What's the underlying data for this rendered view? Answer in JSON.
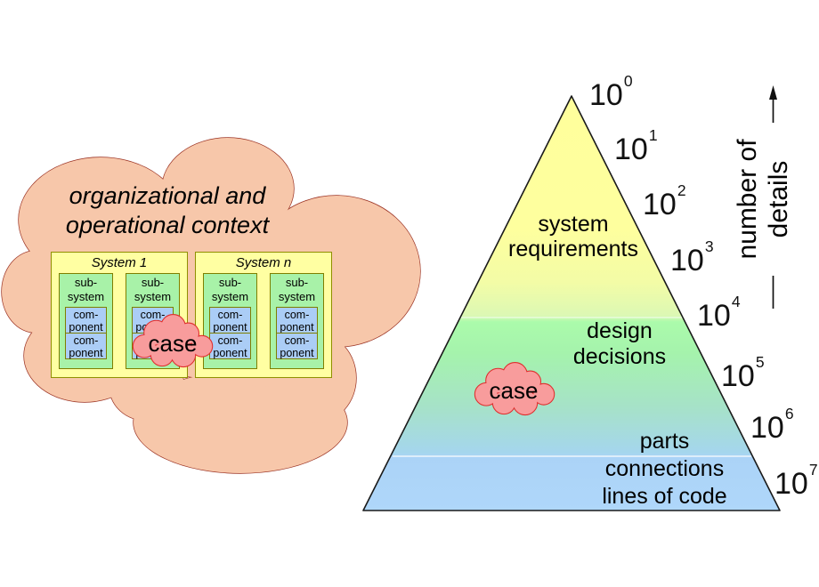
{
  "context_cloud": {
    "title": "organizational and\noperational context",
    "case_label": "case"
  },
  "systems": [
    {
      "title": "System 1",
      "subsystems": [
        {
          "label": "sub-\nsystem",
          "components": [
            "com-\nponent",
            "com-\nponent"
          ]
        },
        {
          "label": "sub-\nsystem",
          "components": [
            "com-\nponent",
            "com-\nponent"
          ]
        }
      ]
    },
    {
      "title": "System n",
      "subsystems": [
        {
          "label": "sub-\nsystem",
          "components": [
            "com-\nponent",
            "com-\nponent"
          ]
        },
        {
          "label": "sub-\nsystem",
          "components": [
            "com-\nponent",
            "com-\nponent"
          ]
        }
      ]
    }
  ],
  "pyramid": {
    "levels": [
      {
        "label": "system\nrequirements"
      },
      {
        "label": "design\ndecisions"
      },
      {
        "label": "parts\nconnections\nlines of code"
      }
    ],
    "case_label": "case",
    "axis_label": "number of\ndetails",
    "ticks": [
      {
        "base": "10",
        "exp": "0"
      },
      {
        "base": "10",
        "exp": "1"
      },
      {
        "base": "10",
        "exp": "2"
      },
      {
        "base": "10",
        "exp": "3"
      },
      {
        "base": "10",
        "exp": "4"
      },
      {
        "base": "10",
        "exp": "5"
      },
      {
        "base": "10",
        "exp": "6"
      },
      {
        "base": "10",
        "exp": "7"
      }
    ]
  },
  "colors": {
    "context_cloud_fill": "#F7C7AA",
    "context_cloud_stroke": "#9B3324",
    "system_fill": "#FFFFA2",
    "system_border": "#8F8F00",
    "subsystem_fill": "#A8F2A8",
    "component_fill": "#ABCDF6",
    "small_box_border": "#7F7F00",
    "case_fill": "#F89C9C",
    "case_stroke": "#E02D2D",
    "pyramid_top": "#FFFF9C",
    "pyramid_middle": "#A9F5AB",
    "pyramid_bottom": "#AFD7FA"
  }
}
